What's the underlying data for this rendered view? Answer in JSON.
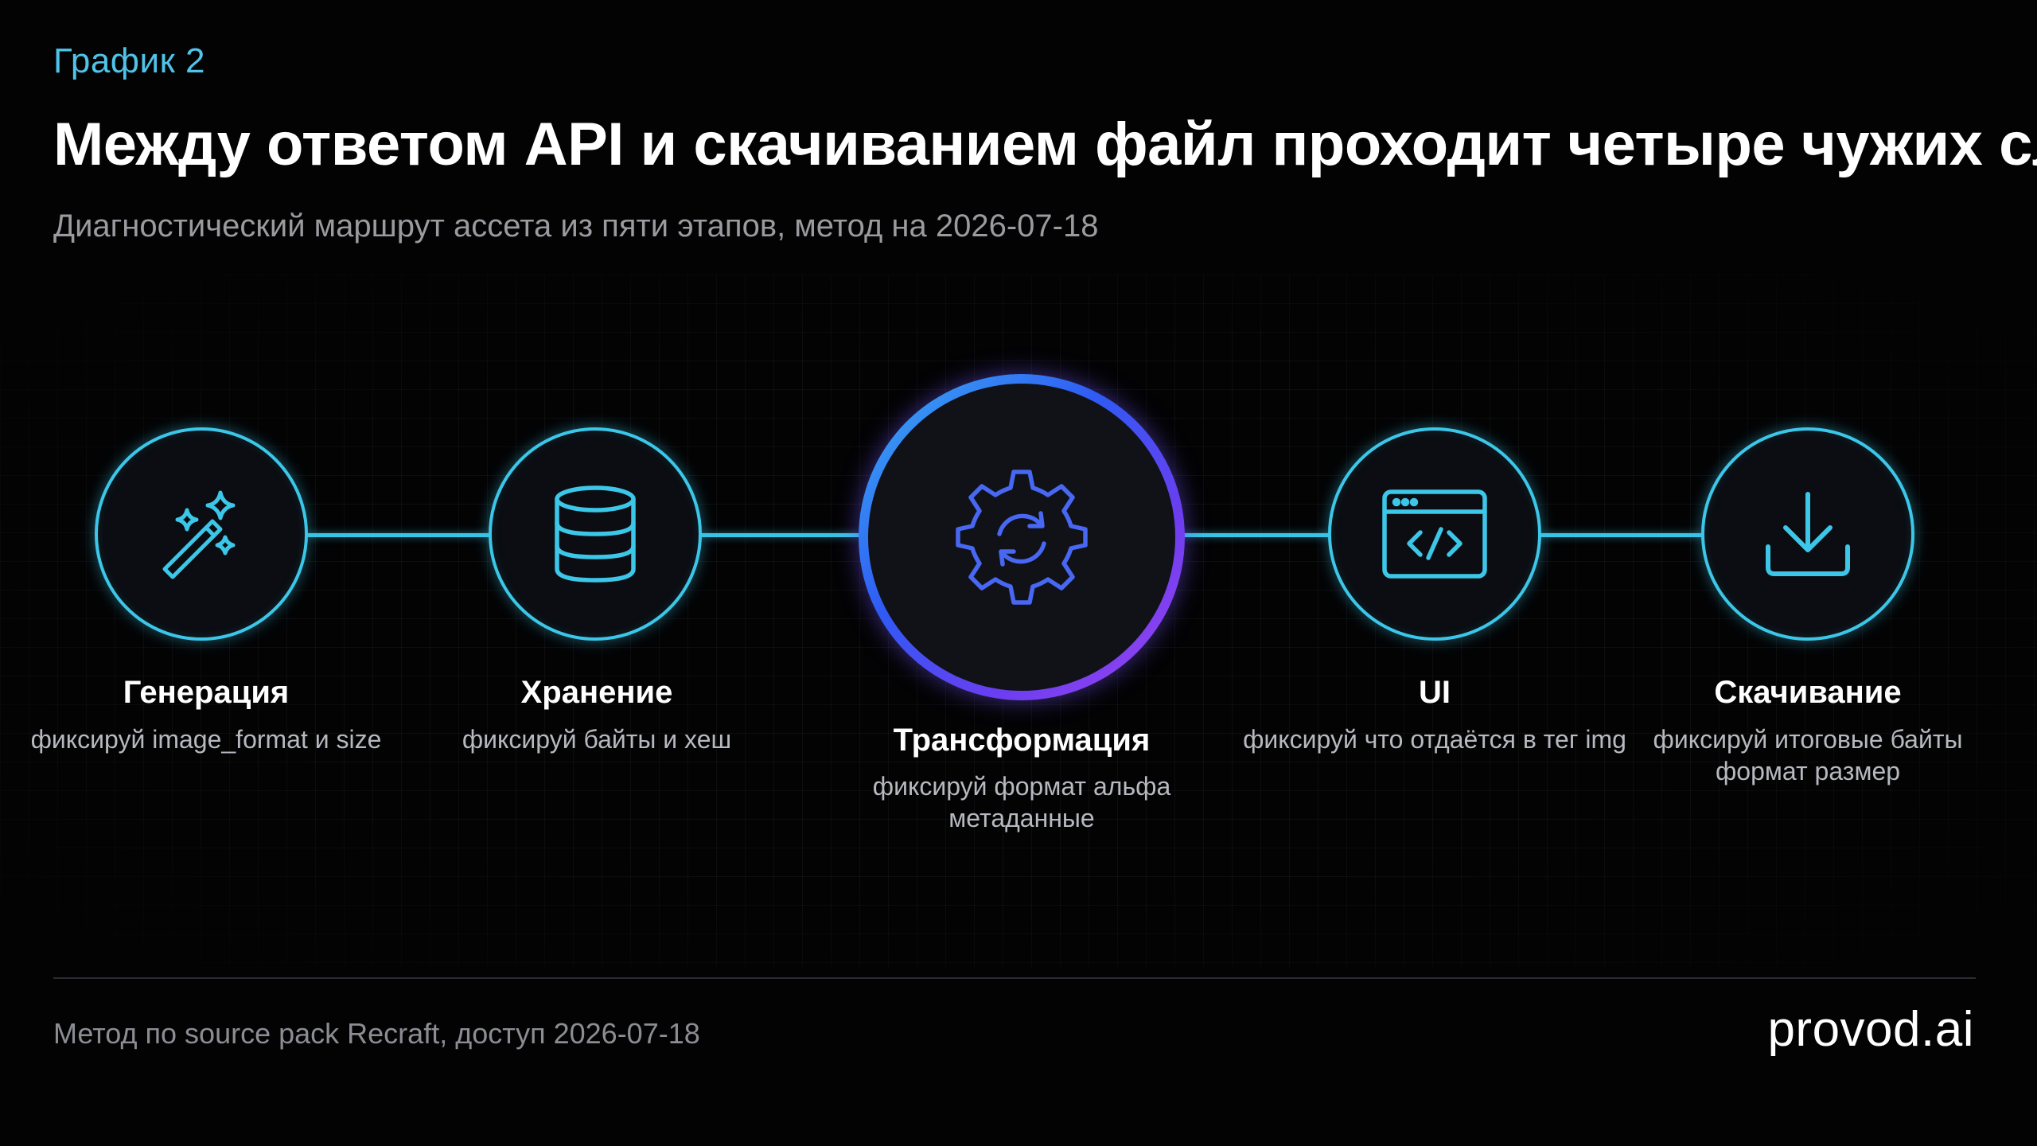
{
  "header": {
    "kicker": "График 2",
    "title": "Между ответом API и скачиванием файл проходит четыре чужих слоя",
    "subtitle": "Диагностический маршрут ассета из пяти этапов, метод на 2026-07-18"
  },
  "stages": [
    {
      "label": "Генерация",
      "desc": "фиксируй image_format и size",
      "icon": "magic-wand-icon"
    },
    {
      "label": "Хранение",
      "desc": "фиксируй байты и хеш",
      "icon": "database-icon"
    },
    {
      "label": "Трансформация",
      "desc": "фиксируй формат альфа метаданные",
      "icon": "gear-sync-icon",
      "highlighted": true
    },
    {
      "label": "UI",
      "desc": "фиксируй что отдаётся в тег img",
      "icon": "code-window-icon"
    },
    {
      "label": "Скачивание",
      "desc_lines": [
        "фиксируй итоговые байты",
        "формат размер"
      ],
      "icon": "download-icon"
    }
  ],
  "footer": {
    "source": "Метод по source pack Recraft, доступ 2026-07-18",
    "brand": "provod.ai"
  },
  "colors": {
    "accent": "#3cc6e8",
    "highlight_from": "#2f5af4",
    "highlight_to": "#a044ef",
    "background": "#030304"
  }
}
